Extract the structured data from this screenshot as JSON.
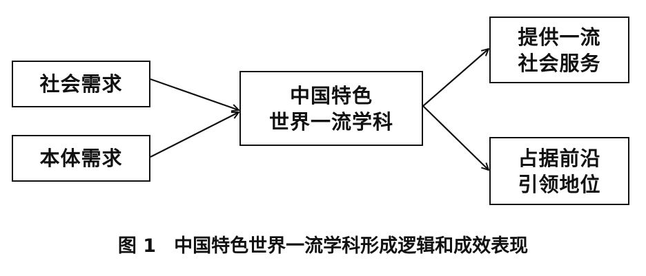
{
  "nodes": {
    "social_need": [
      "社会需求"
    ],
    "self_need": [
      "本体需求"
    ],
    "center": [
      "中国特色",
      "世界一流学科"
    ],
    "service": [
      "提供一流",
      "社会服务"
    ],
    "frontier": [
      "占据前沿",
      "引领地位"
    ]
  },
  "caption": {
    "figure_number": "图 1",
    "text": "中国特色世界一流学科形成逻辑和成效表现"
  },
  "colors": {
    "stroke": "#111111",
    "background": "#ffffff"
  }
}
